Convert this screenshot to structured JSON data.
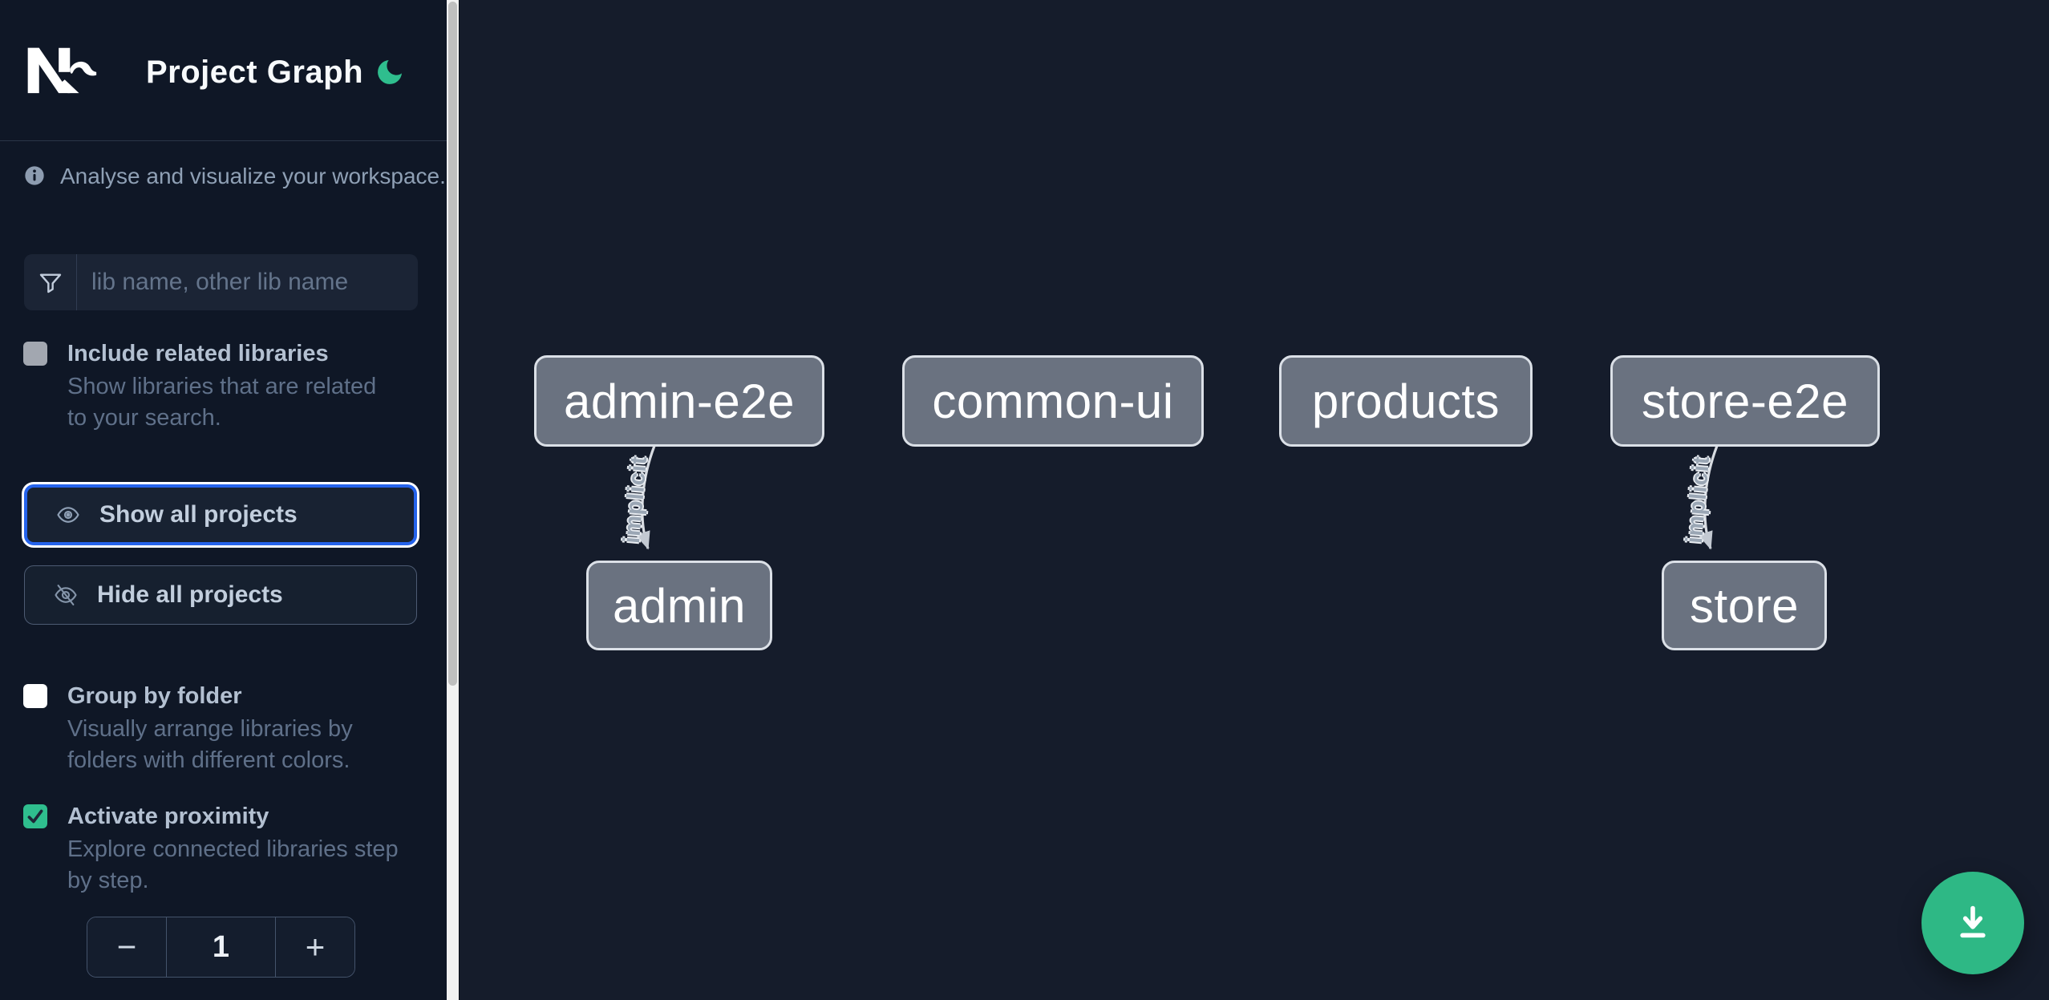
{
  "header": {
    "title": "Project Graph",
    "logo": "Nx"
  },
  "intro": {
    "text": "Analyse and visualize your workspace."
  },
  "search": {
    "placeholder": "lib name, other lib name"
  },
  "options": {
    "include_related": {
      "label": "Include related libraries",
      "description": "Show libraries that are related to your search.",
      "checked": false
    },
    "group_by_folder": {
      "label": "Group by folder",
      "description": "Visually arrange libraries by folders with different colors.",
      "checked": false
    },
    "activate_proximity": {
      "label": "Activate proximity",
      "description": "Explore connected libraries step by step.",
      "checked": true
    }
  },
  "actions": {
    "show_all": {
      "label": "Show all projects",
      "focused": true
    },
    "hide_all": {
      "label": "Hide all projects"
    }
  },
  "proximity_stepper": {
    "decrease_label": "−",
    "value": "1",
    "increase_label": "+"
  },
  "graph": {
    "nodes": [
      {
        "id": "admin-e2e",
        "label": "admin-e2e"
      },
      {
        "id": "common-ui",
        "label": "common-ui"
      },
      {
        "id": "products",
        "label": "products"
      },
      {
        "id": "store-e2e",
        "label": "store-e2e"
      },
      {
        "id": "admin",
        "label": "admin"
      },
      {
        "id": "store",
        "label": "store"
      }
    ],
    "edges": [
      {
        "source": "admin-e2e",
        "target": "admin",
        "label": "implicit"
      },
      {
        "source": "store-e2e",
        "target": "store",
        "label": "implicit"
      }
    ]
  },
  "colors": {
    "accent_green": "#2eb885",
    "focus_blue": "#2563eb",
    "sidebar_bg": "#0f1726",
    "canvas_bg": "#151c2b",
    "node_fill": "#6a7280",
    "node_border": "#dbe0e7"
  },
  "fab": {
    "icon": "download"
  }
}
